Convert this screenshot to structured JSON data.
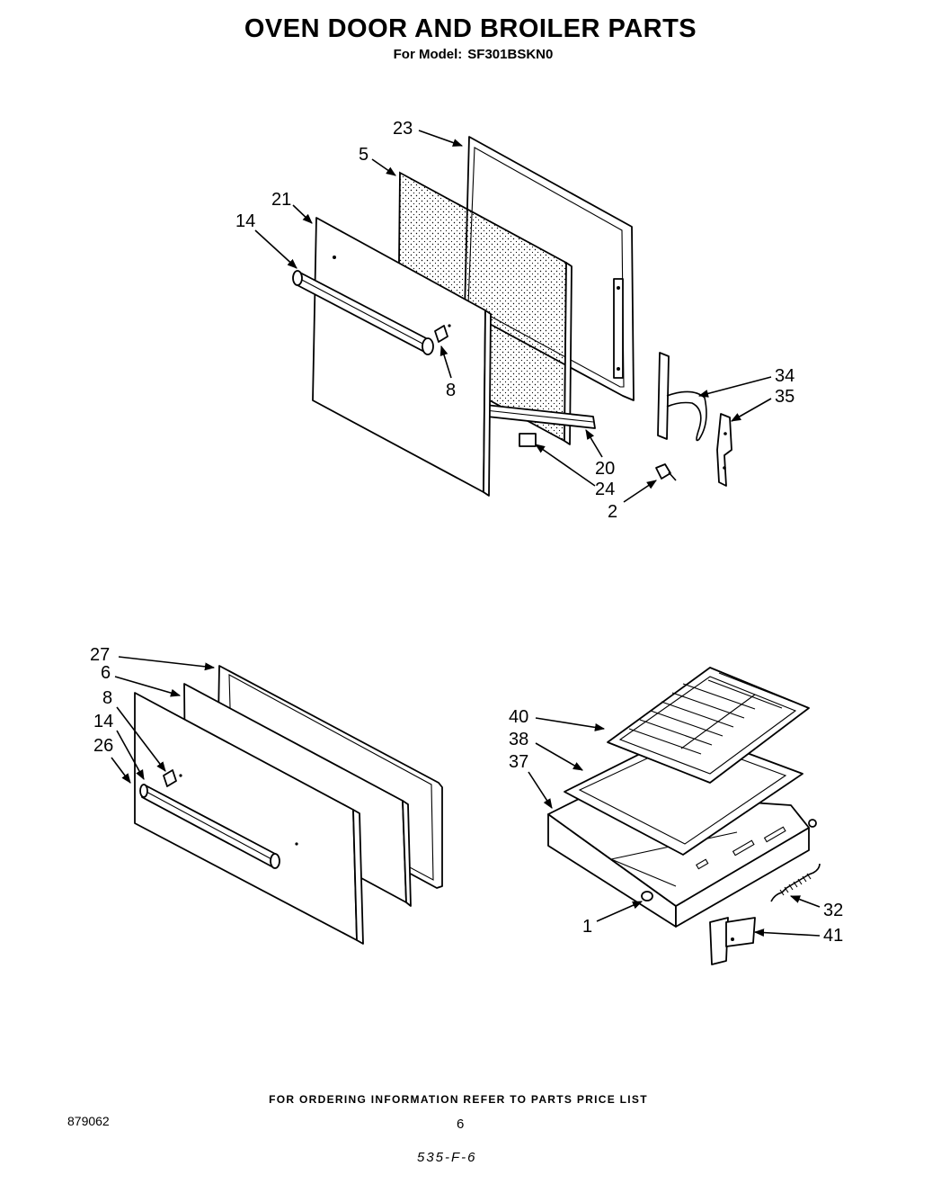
{
  "title": "OVEN DOOR AND BROILER PARTS",
  "model_label": "For Model:",
  "model_number": "SF301BSKN0",
  "footer_note": "FOR ORDERING INFORMATION REFER TO PARTS PRICE LIST",
  "document_number": "879062",
  "page_number": "6",
  "handwritten_code": "535-F-6",
  "oven_door_callouts": [
    "23",
    "5",
    "21",
    "14",
    "8",
    "34",
    "35",
    "20",
    "24",
    "2"
  ],
  "broiler_door_callouts": [
    "27",
    "6",
    "8",
    "14",
    "26"
  ],
  "broiler_pan_callouts": [
    "40",
    "38",
    "37",
    "32",
    "1",
    "41"
  ]
}
